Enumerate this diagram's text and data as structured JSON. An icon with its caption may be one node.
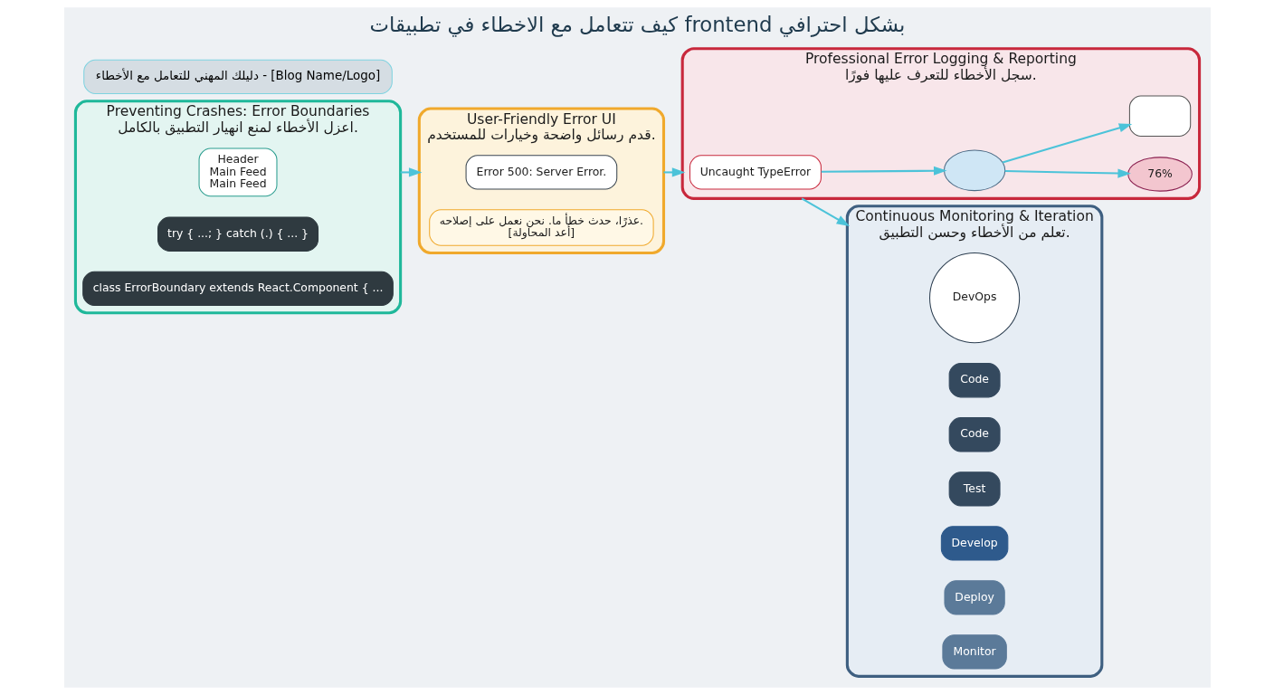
{
  "diagram": {
    "title": "كيف تتعامل مع الاخطاء في تطبيقات frontend بشكل احترافي",
    "caption": "دليلك المهني للتعامل مع الأخطاء - [Blog Name/Logo]",
    "nodes": [
      {
        "text": [
          "Preventing Crashes: Error Boundaries",
          "اعزل الأخطاء لمنع انهيار التطبيق بالكامل."
        ]
      },
      {
        "text": [
          "Header",
          "Main Feed",
          "Main Feed"
        ],
        "in": 0
      },
      {
        "text": [
          "try { ...; } catch (.) { ... }"
        ],
        "in": 0
      },
      {
        "text": [
          "class ErrorBoundary extends React.Component { ..."
        ],
        "in": 0
      },
      {
        "text": [
          "User-Friendly Error UI",
          "قدم رسائل واضحة وخيارات للمستخدم."
        ]
      },
      {
        "text": [
          "Error 500: Server Error."
        ],
        "in": 4
      },
      {
        "text": [
          "عذرًا، حدث خطأ ما. نحن نعمل على إصلاحه.",
          "[أعد المحاولة]"
        ],
        "in": 4
      },
      {
        "text": [
          "Professional Error Logging & Reporting",
          "سجل الأخطاء للتعرف عليها فورًا."
        ]
      },
      {
        "text": [
          "Uncaught TypeError"
        ],
        "in": 7
      },
      {
        "text": [],
        "shape": "cloud",
        "in": 7
      },
      {
        "text": [
          "76%"
        ],
        "in": 7
      },
      {
        "text": [],
        "shape": "box",
        "in": 7
      },
      {
        "text": [
          "Continuous Monitoring & Iteration",
          "تعلم من الأخطاء وحسن التطبيق."
        ]
      },
      {
        "text": [
          "DevOps"
        ],
        "in": 12
      },
      {
        "text": [
          "Code"
        ],
        "in": 12
      },
      {
        "text": [
          "Code"
        ],
        "in": 12
      },
      {
        "text": [
          "Test"
        ],
        "in": 12
      },
      {
        "text": [
          "Develop"
        ],
        "in": 12
      },
      {
        "text": [
          "Deploy"
        ],
        "in": 12
      },
      {
        "text": [
          "Monitor"
        ],
        "in": 12
      }
    ],
    "edges": [
      {
        "from": 0,
        "to": 4,
        "arrow": "to"
      },
      {
        "from": 4,
        "to": 7,
        "arrow": "to"
      },
      {
        "from": 7,
        "to": 12,
        "arrow": "to"
      },
      {
        "from": 8,
        "to": 9,
        "arrow": "to"
      },
      {
        "from": 9,
        "to": 10,
        "arrow": "to"
      },
      {
        "from": 9,
        "to": 11,
        "arrow": "to"
      }
    ]
  }
}
